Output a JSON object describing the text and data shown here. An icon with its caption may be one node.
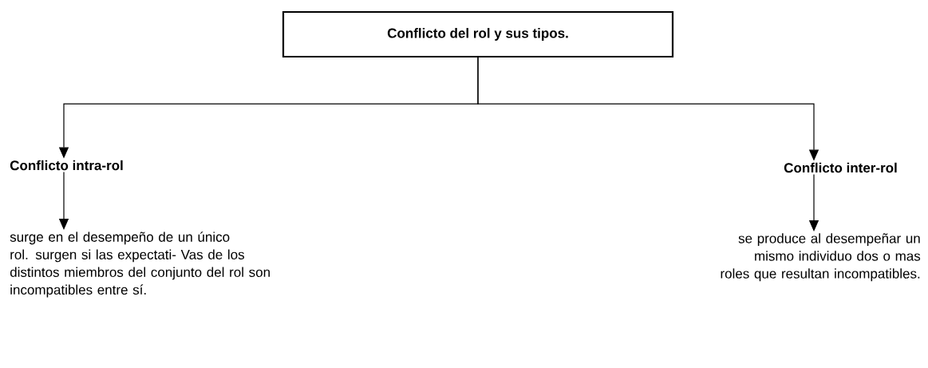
{
  "diagram": {
    "nodes": [
      {
        "text": [
          "Conflicto del rol y sus tipos."
        ]
      },
      {
        "text": [
          "Conflicto intra-rol"
        ]
      },
      {
        "text": [
          "Conflicto inter-rol"
        ]
      },
      {
        "text": [
          "surge en el desempeño de un único rol. surgen si las expectati- Vas de los distintos miembros del conjunto del rol son incompatibles entre sí."
        ]
      },
      {
        "text": [
          "se produce al desempeñar un mismo individuo dos o mas roles que resultan incompatibles."
        ]
      }
    ],
    "edges": [
      {
        "from": 0,
        "to": 1,
        "arrow": "to"
      },
      {
        "from": 0,
        "to": 2,
        "arrow": "to"
      },
      {
        "from": 1,
        "to": 3,
        "arrow": "to"
      },
      {
        "from": 2,
        "to": 4,
        "arrow": "to"
      }
    ]
  }
}
